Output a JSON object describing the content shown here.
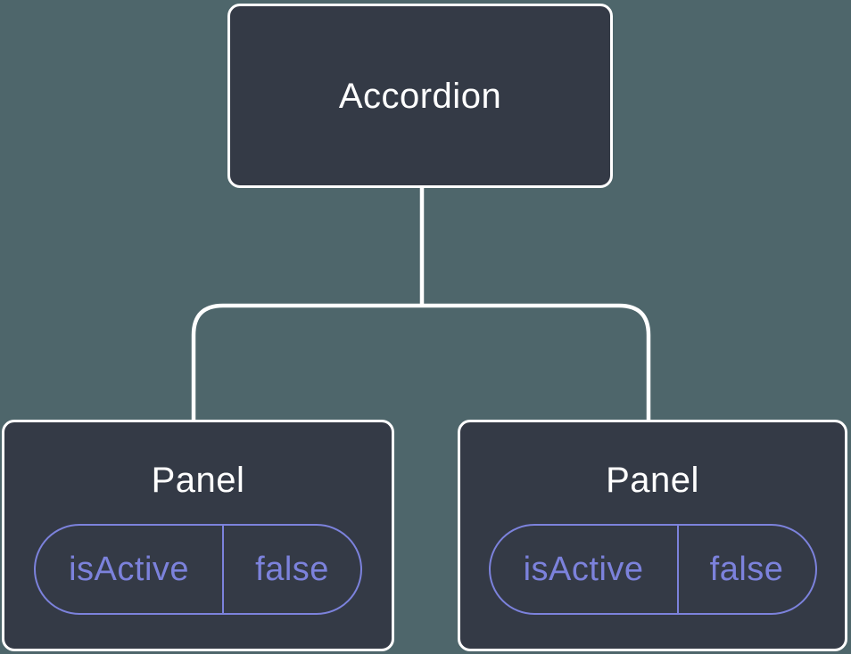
{
  "diagram": {
    "root": {
      "label": "Accordion"
    },
    "children": [
      {
        "label": "Panel",
        "prop": {
          "name": "isActive",
          "value": "false"
        }
      },
      {
        "label": "Panel",
        "prop": {
          "name": "isActive",
          "value": "false"
        }
      }
    ]
  },
  "colors": {
    "background": "#4E666B",
    "node_fill": "#343A46",
    "node_border": "#FFFFFF",
    "connector": "#FFFFFF",
    "accent": "#7C82DC",
    "title_text": "#FFFFFF"
  }
}
